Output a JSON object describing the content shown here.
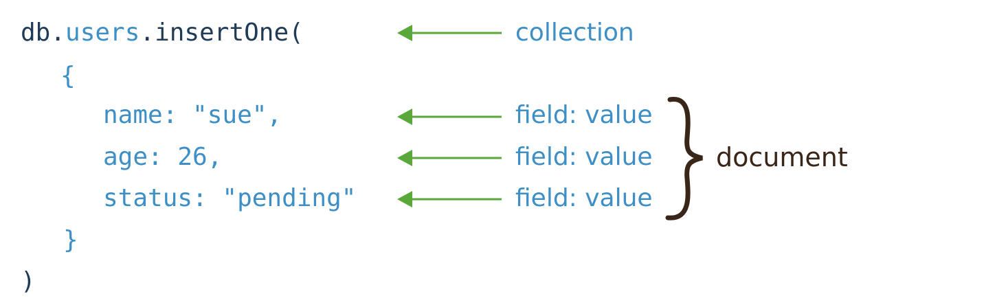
{
  "code": {
    "line1": {
      "db": "db.",
      "collection": "users",
      "method": ".insertOne("
    },
    "open_brace": "{",
    "field_name": "name: \"sue\",",
    "field_age": "age: 26,",
    "field_status": "status: \"pending\"",
    "close_brace": "}",
    "close_paren": ")"
  },
  "annotations": {
    "collection": "collection",
    "field_value": "field: value",
    "document": "document"
  },
  "colors": {
    "code_dark": "#1f3b57",
    "code_blue": "#3d8fc6",
    "arrow_green": "#5aa83a",
    "brace_brown": "#3a2618"
  }
}
